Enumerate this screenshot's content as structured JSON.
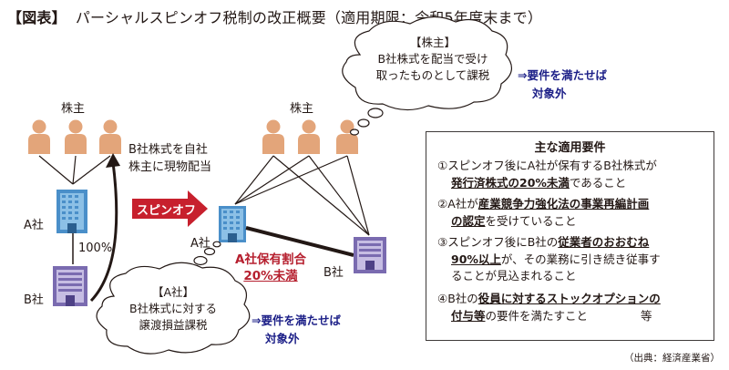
{
  "title": {
    "bracket": "【図表】",
    "text": "パーシャルスピンオフ税制の改正概要（適用期限：令和5年度末まで）"
  },
  "left": {
    "shareholders_label": "株主",
    "distribution_line1": "B社株式を自社",
    "distribution_line2": "株主に現物配当",
    "company_a": "A社",
    "company_b": "B社",
    "percent": "100%"
  },
  "arrow_label": "スピンオフ",
  "right": {
    "shareholders_label": "株主",
    "company_a": "A社",
    "company_b": "B社",
    "holding_line1": "A社保有割合",
    "holding_line2": "20%未満"
  },
  "cloud_shareholder": {
    "line1": "【株主】",
    "line2": "B社株式を配当で受け",
    "line3": "取ったものとして課税"
  },
  "cloud_company_a": {
    "line1": "【A社】",
    "line2": "B社株式に対する",
    "line3": "譲渡損益課税"
  },
  "note_top": {
    "line1": "⇒要件を満たせば",
    "line2": "対象外"
  },
  "note_bottom": {
    "line1": "⇒要件を満たせば",
    "line2": "対象外"
  },
  "requirements": {
    "title": "主な適用要件",
    "item1": {
      "l1a": "①スピンオフ後にA社が保有するB社株式が",
      "l2u": "発行済株式の20%未満",
      "l2b": "であること"
    },
    "item2": {
      "l1a": "②A社が",
      "l1u": "産業競争力強化法の事業再編計画",
      "l2u": "の認定",
      "l2b": "を受けていること"
    },
    "item3": {
      "l1a": "③スピンオフ後にB社の",
      "l1u": "従業者のおおむね",
      "l2u": "90%以上",
      "l2b": "が、その業務に引き続き従事す",
      "l3": "ることが見込まれること"
    },
    "item4": {
      "l1a": "④B社の",
      "l1u": "役員に対するストックオプションの",
      "l2u": "付与等",
      "l2b": "の要件を満たすこと",
      "l2c": "等"
    }
  },
  "source": "（出典：経済産業省）",
  "colors": {
    "person": "#e3a57a",
    "building_blue": "#4a8fc9",
    "building_purple": "#7a6bb0",
    "arrow_red": "#c7202d",
    "navy": "#1d2088",
    "red_text": "#b6202f"
  }
}
